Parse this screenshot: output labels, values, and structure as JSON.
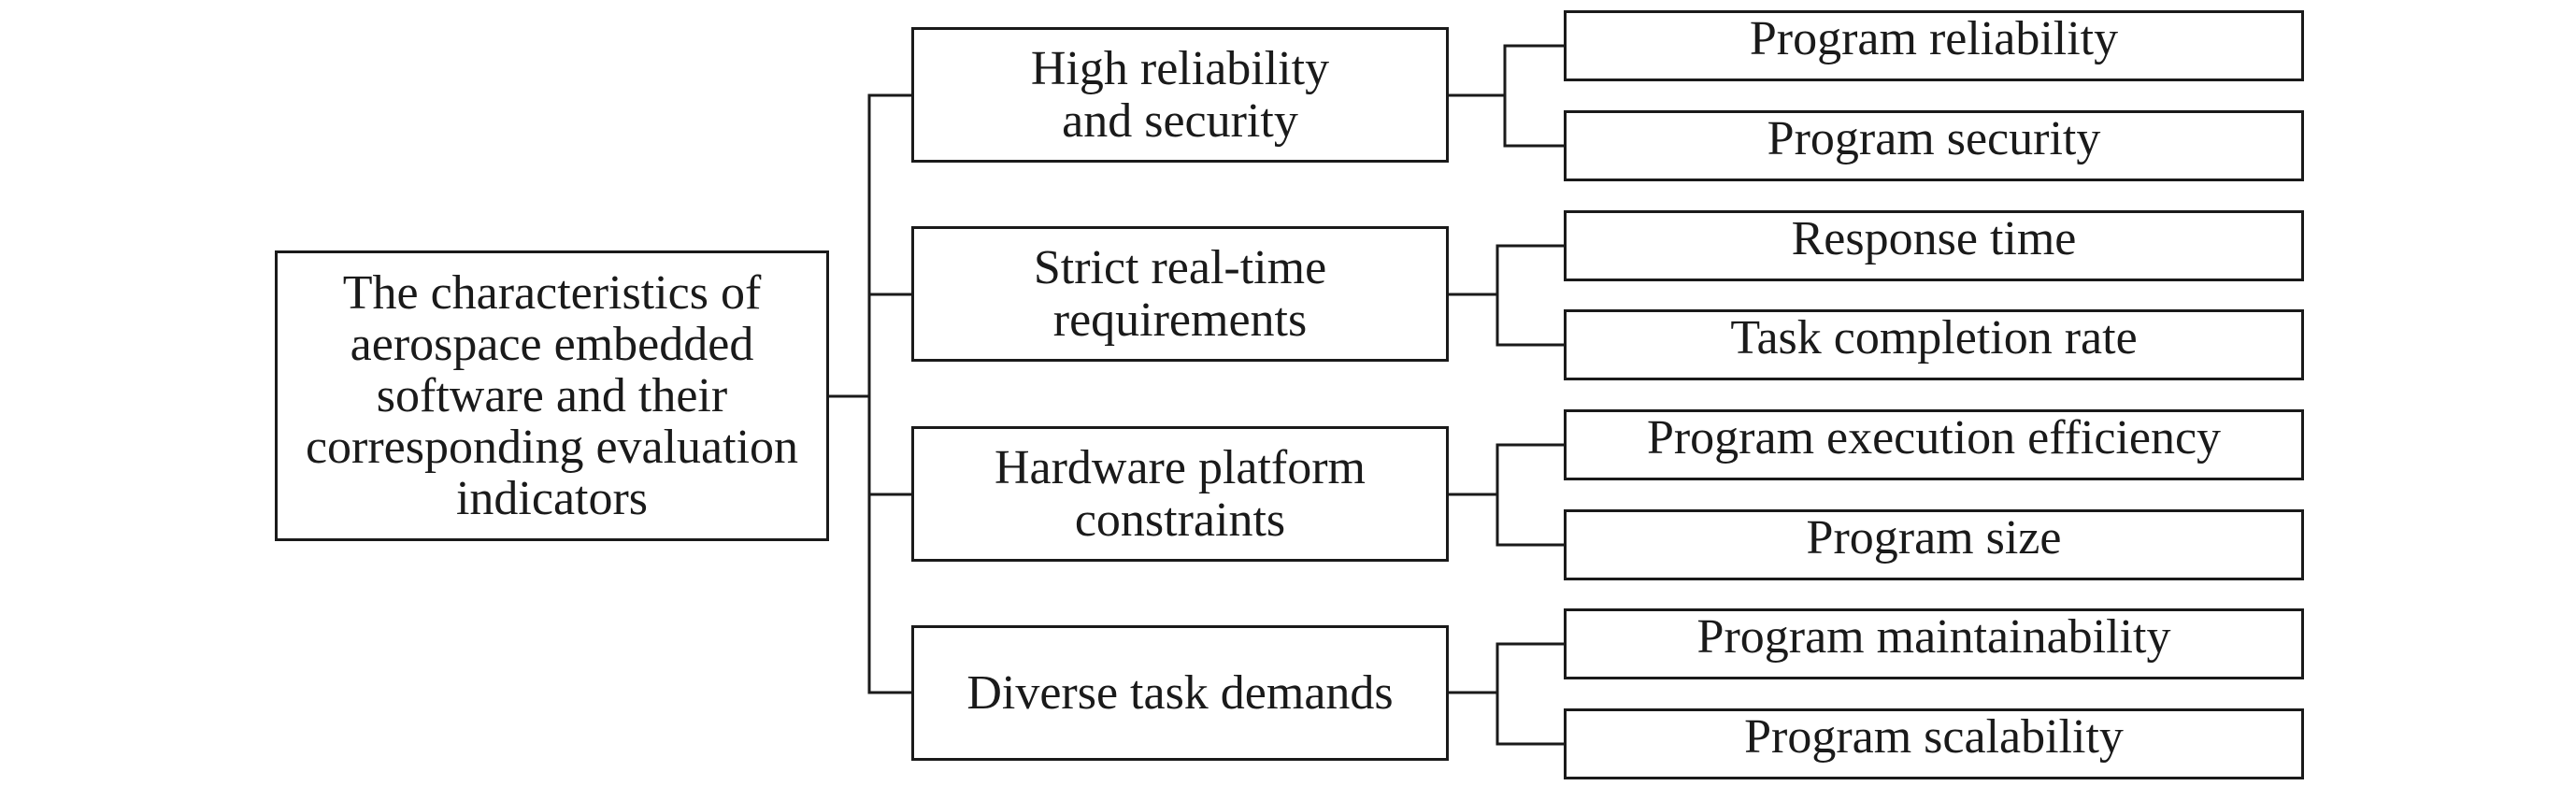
{
  "root": {
    "label": "The characteristics of\naerospace embedded\nsoftware and their\ncorresponding evaluation\nindicators"
  },
  "branches": [
    {
      "label": "High reliability\nand security",
      "leaves": [
        "Program reliability",
        "Program security"
      ]
    },
    {
      "label": "Strict real-time\nrequirements",
      "leaves": [
        "Response time",
        "Task completion rate"
      ]
    },
    {
      "label": "Hardware platform\nconstraints",
      "leaves": [
        "Program execution efficiency",
        "Program size"
      ]
    },
    {
      "label": "Diverse task demands",
      "leaves": [
        "Program maintainability",
        "Program scalability"
      ]
    }
  ],
  "colors": {
    "line": "#1a1a1a",
    "background": "#ffffff",
    "text": "#1a1a1a"
  }
}
